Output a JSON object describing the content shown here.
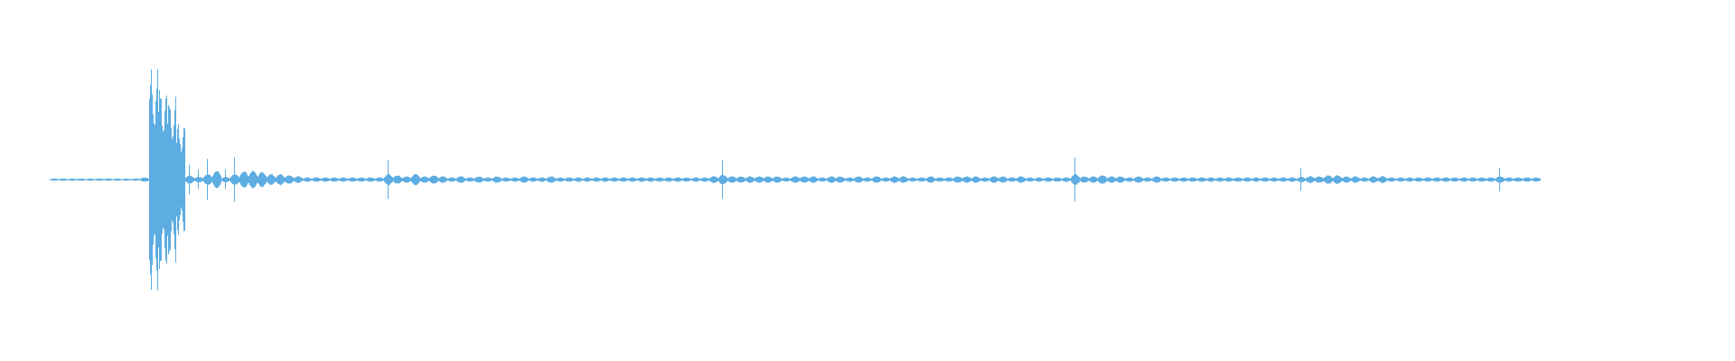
{
  "chart_data": {
    "type": "area",
    "title": "",
    "xlabel": "",
    "ylabel": "",
    "ylim": [
      -1,
      1
    ],
    "grid": false,
    "legend": "none",
    "color": "#5dade2",
    "envelope": [
      0.01,
      0.01,
      0.01,
      0.01,
      0.01,
      0.01,
      0.01,
      0.01,
      0.01,
      0.01,
      0.02,
      1.0,
      0.85,
      0.75,
      0.5,
      0.15,
      0.1,
      0.2,
      0.08,
      0.1,
      0.2,
      0.08,
      0.08,
      0.07,
      0.05,
      0.05,
      0.04,
      0.03,
      0.02,
      0.02,
      0.02,
      0.02,
      0.02,
      0.02,
      0.02,
      0.02,
      0.02,
      0.2,
      0.04,
      0.03,
      0.05,
      0.03,
      0.04,
      0.03,
      0.02,
      0.03,
      0.02,
      0.03,
      0.02,
      0.03,
      0.02,
      0.02,
      0.03,
      0.02,
      0.02,
      0.03,
      0.02,
      0.02,
      0.02,
      0.02,
      0.02,
      0.02,
      0.02,
      0.02,
      0.02,
      0.02,
      0.02,
      0.02,
      0.02,
      0.02,
      0.02,
      0.02,
      0.02,
      0.03,
      0.18,
      0.03,
      0.03,
      0.03,
      0.03,
      0.03,
      0.03,
      0.02,
      0.03,
      0.03,
      0.03,
      0.02,
      0.03,
      0.03,
      0.02,
      0.03,
      0.02,
      0.03,
      0.02,
      0.03,
      0.03,
      0.02,
      0.02,
      0.03,
      0.02,
      0.02,
      0.03,
      0.03,
      0.03,
      0.02,
      0.03,
      0.03,
      0.02,
      0.03,
      0.02,
      0.02,
      0.02,
      0.02,
      0.02,
      0.2,
      0.03,
      0.03,
      0.04,
      0.03,
      0.03,
      0.02,
      0.03,
      0.02,
      0.03,
      0.02,
      0.02,
      0.02,
      0.02,
      0.02,
      0.02,
      0.02,
      0.02,
      0.02,
      0.02,
      0.02,
      0.02,
      0.02,
      0.02,
      0.02,
      0.1,
      0.03,
      0.03,
      0.04,
      0.04,
      0.03,
      0.03,
      0.02,
      0.03,
      0.03,
      0.02,
      0.02,
      0.02,
      0.02,
      0.02,
      0.02,
      0.02,
      0.02,
      0.02,
      0.02,
      0.02,
      0.02,
      0.12,
      0.02,
      0.02,
      0.02,
      0.02
    ]
  }
}
